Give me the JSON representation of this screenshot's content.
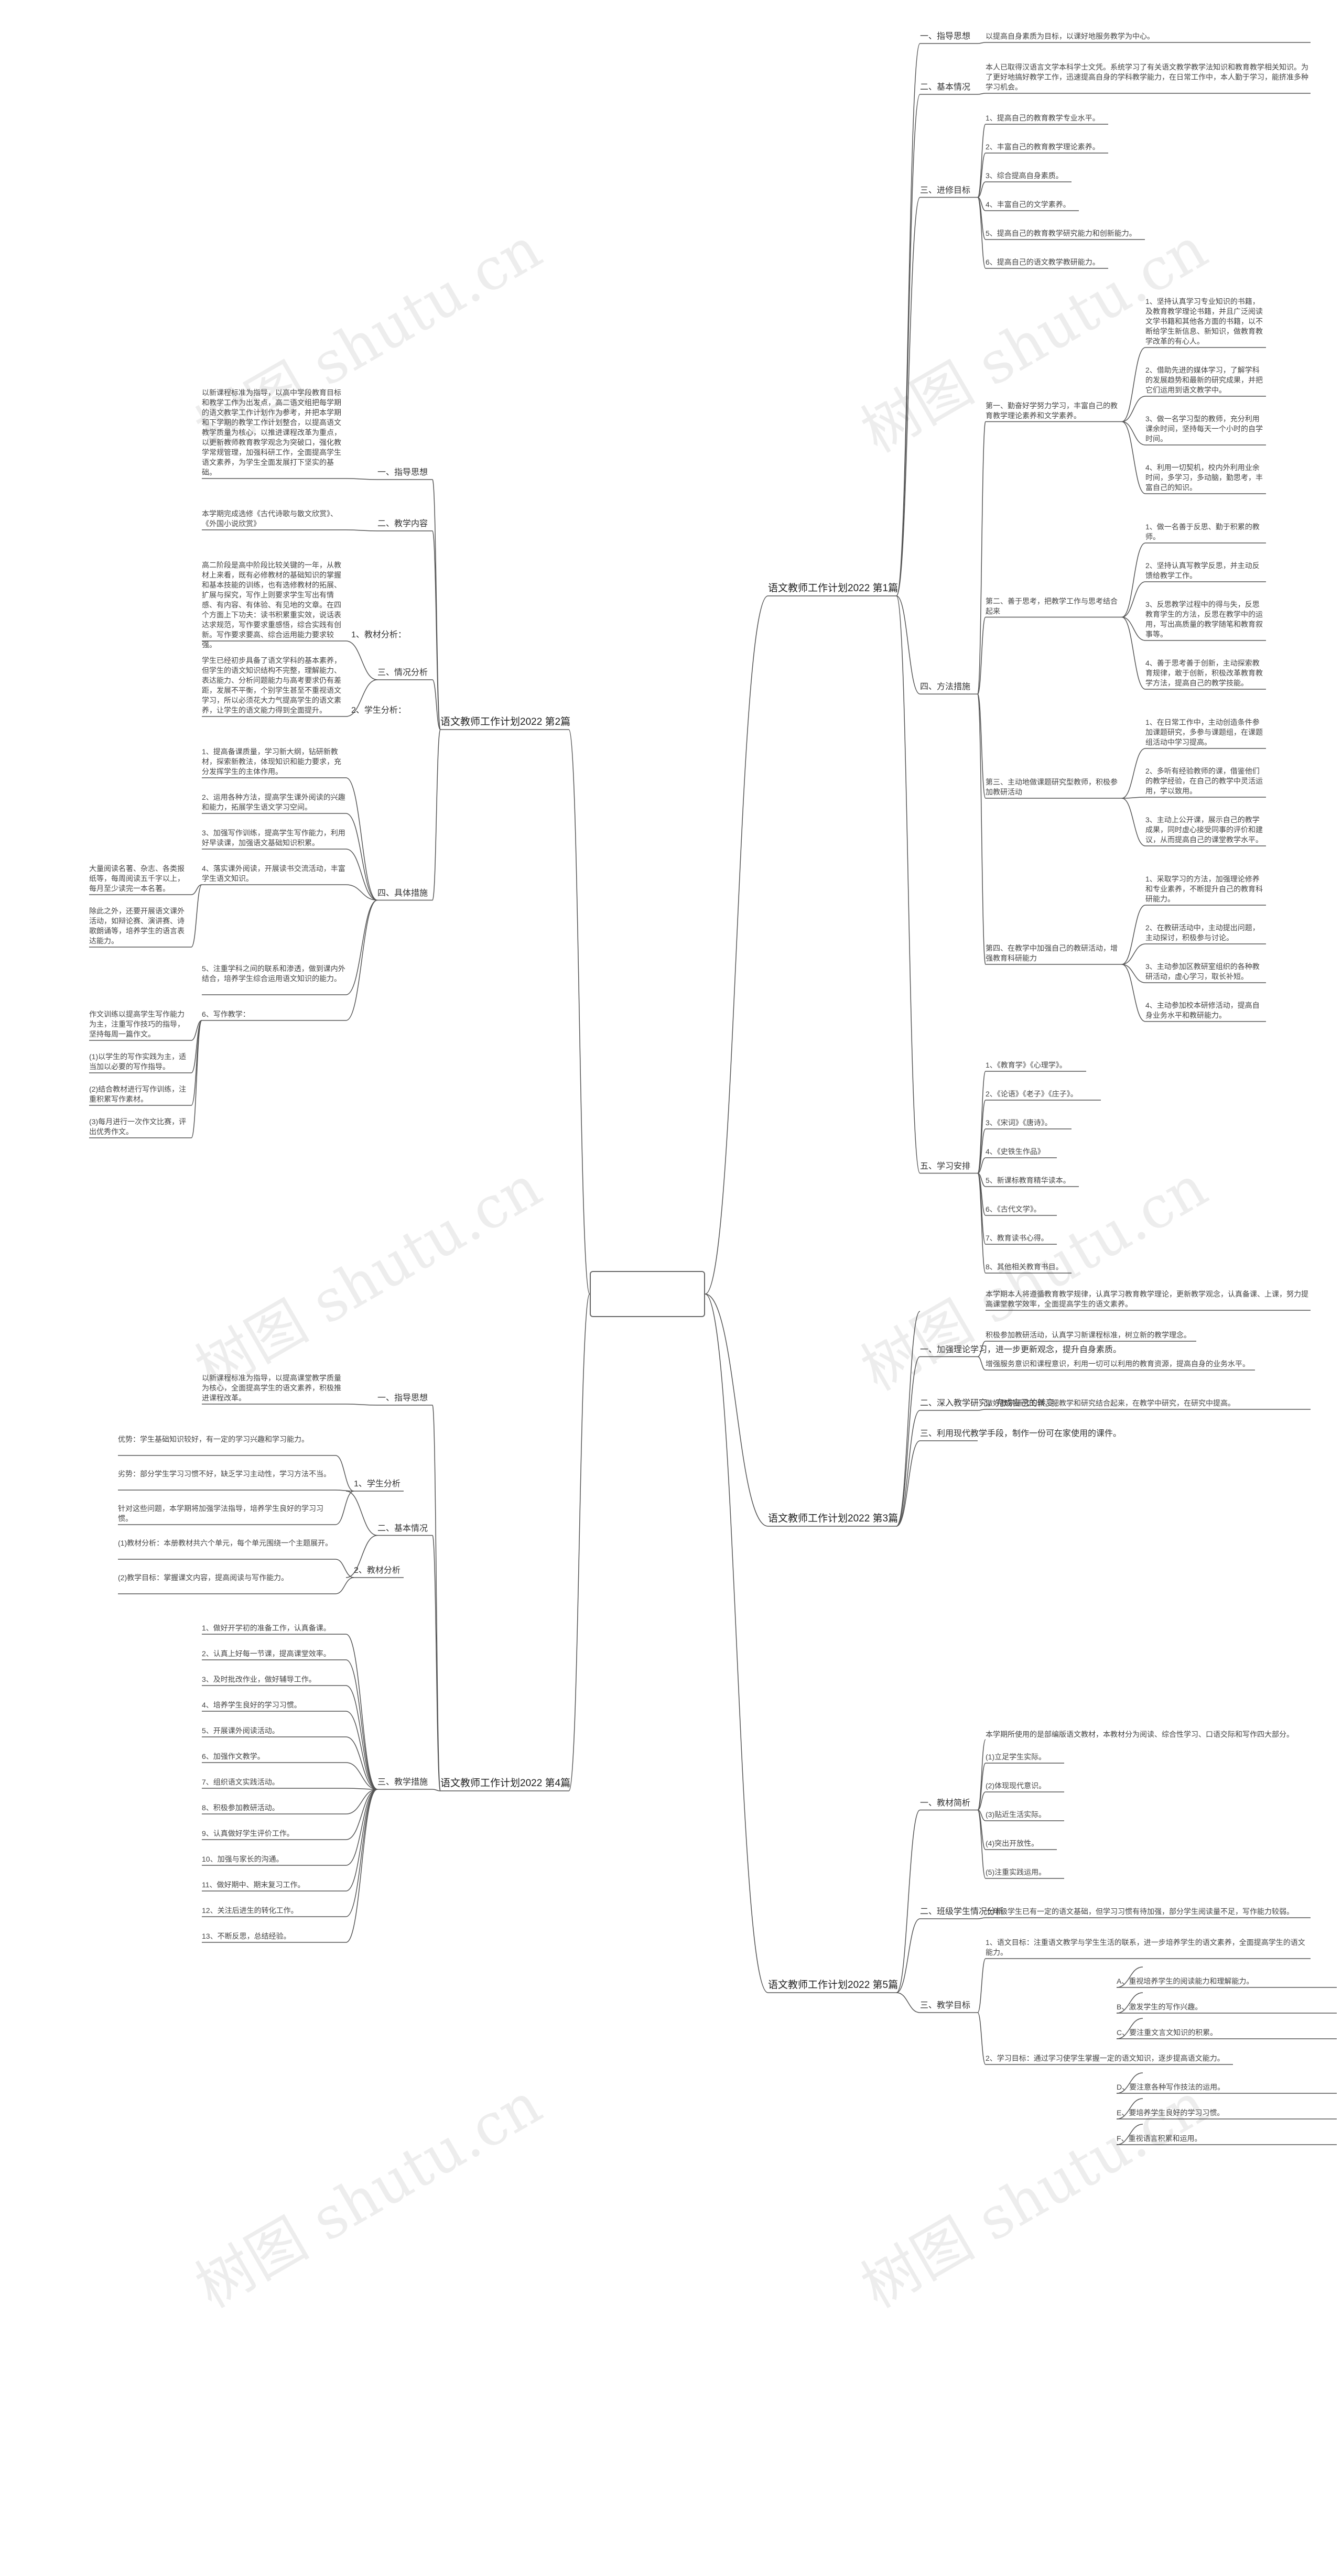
{
  "watermark": "树图 shutu.cn",
  "branches": [
    {
      "title": "语文教师工作计划2022 第1篇",
      "items": [
        {
          "label": "一、指导思想",
          "text": "以提高自身素质为目标，以课好地服务教学为中心。"
        },
        {
          "label": "二、基本情况",
          "text": "本人已取得汉语言文学本科学士文凭。系统学习了有关语文教学教学法知识和教育教学相关知识。为了更好地搞好教学工作，迅速提高自身的学科教学能力，在日常工作中，本人勤于学习，能挤准多种学习机会。"
        },
        {
          "label": "三、进修目标",
          "subs": [
            "1、提高自己的教育教学专业水平。",
            "2、丰富自己的教育教学理论素养。",
            "3、综合提高自身素质。",
            "4、丰富自己的文学素养。",
            "5、提高自己的教育教学研究能力和创新能力。",
            "6、提高自己的语文教学教研能力。"
          ]
        },
        {
          "label": "四、方法措施",
          "groups": [
            {
              "title": "第一、勤奋好学努力学习，丰富自己的教育教学理论素养和文学素养。",
              "subs": [
                "1、坚持认真学习专业知识的书籍，及教育教学理论书籍，并且广泛阅读文学书籍和其他各方面的书籍，以不断给学生新信息、新知识，做教育教学改革的有心人。",
                "2、借助先进的媒体学习，了解学科的发展趋势和最新的研究成果，并把它们运用到语文教学中。",
                "3、做一名学习型的教师，充分利用课余时间，坚持每天一个小时的自学时间。",
                "4、利用一切契机，校内外利用业余时间，多学习，多动脑，勤思考，丰富自己的知识。"
              ]
            },
            {
              "title": "第二、善于思考，把教学工作与思考结合起来",
              "subs": [
                "1、做一名善于反思、勤于积累的教师。",
                "2、坚持认真写教学反思，并主动反馈给教学工作。",
                "3、反思教学过程中的得与失，反思教育学生的方法，反思在教学中的运用，写出高质量的教学随笔和教育叙事等。",
                "4、善于思考善于创新，主动探索教育规律，敢于创新，积极改革教育教学方法，提高自己的教学技能。"
              ]
            },
            {
              "title": "第三、主动地做课题研究型教师，积极参加教研活动",
              "subs": [
                "1、在日常工作中，主动创造条件参加课题研究，多参与课题组，在课题组活动中学习提高。",
                "2、多听有经验教师的课，借鉴他们的教学经验，在自己的教学中灵活运用，学以致用。",
                "3、主动上公开课，展示自己的教学成果，同时虚心接受同事的评价和建议，从而提高自己的课堂教学水平。"
              ]
            },
            {
              "title": "第四、在教学中加强自己的教研活动，增强教育科研能力",
              "subs": [
                "1、采取学习的方法，加强理论修养和专业素养，不断提升自己的教育科研能力。",
                "2、在教研活动中，主动提出问题，主动探讨，积极参与讨论。",
                "3、主动参加区教研室组织的各种教研活动，虚心学习，取长补短。",
                "4、主动参加校本研修活动，提高自身业务水平和教研能力。"
              ]
            }
          ]
        },
        {
          "label": "五、学习安排",
          "subs": [
            "1、《教育学》《心理学》。",
            "2、《论语》《老子》《庄子》。",
            "3、《宋词》《唐诗》。",
            "4、《史铁生作品》",
            "5、新课标教育精华读本。",
            "6、《古代文学》。",
            "7、教育读书心得。",
            "8、其他相关教育书目。"
          ]
        }
      ]
    },
    {
      "title": "语文教师工作计划2022 第2篇",
      "items": [
        {
          "label": "一、指导思想",
          "text": "以新课程标准为指导，以高中学段教育目标和教学工作为出发点，高二语文组把每学期的语文教学工作计划作为参考，并把本学期和下学期的教学工作计划整合，以提高语文教学质量为核心，以推进课程改革为重点，以更新教师教育教学观念为突破口，强化教学常规管理，加强科研工作，全面提高学生语文素养，为学生全面发展打下坚实的基础。"
        },
        {
          "label": "二、教学内容",
          "text": "本学期完成选修《古代诗歌与散文欣赏》、《外国小说欣赏》"
        },
        {
          "label": "三、情况分析",
          "subs": [
            {
              "label": "1、教材分析：",
              "text": "高二阶段是高中阶段比较关键的一年，从教材上来看，既有必修教材的基础知识的掌握和基本技能的训练，也有选修教材的拓展、扩展与探究，写作上则要求学生写出有情感、有内容、有体验、有见地的文章。在四个方面上下功夫：读书积累重实效，说话表达求规范，写作要求重感悟，综合实践有创新。写作要求要高、综合运用能力要求较强。"
            },
            {
              "label": "2、学生分析：",
              "text": "学生已经初步具备了语文学科的基本素养，但学生的语文知识结构不完整，理解能力、表达能力、分析问题能力与高考要求仍有差距，发展不平衡，个别学生甚至不重视语文学习，所以必须花大力气提高学生的语文素养，让学生的语文能力得到全面提升。"
            }
          ]
        },
        {
          "label": "四、具体措施",
          "subs": [
            {
              "text": "1、提高备课质量，学习新大纲，钻研新教材，探索新教法，体现知识和能力要求，充分发挥学生的主体作用。"
            },
            {
              "text": "2、运用各种方法，提高学生课外阅读的兴趣和能力，拓展学生语文学习空间。"
            },
            {
              "text": "3、加强写作训练，提高学生写作能力，利用好早读课，加强语文基础知识积累。"
            },
            {
              "text": "4、落实课外阅读，开展读书交流活动，丰富学生语文知识。",
              "children": [
                "大量阅读名著、杂志、各类报纸等，每周阅读五千字以上，每月至少读完一本名著。",
                "除此之外，还要开展语文课外活动，如辩论赛、演讲赛、诗歌朗诵等，培养学生的语言表达能力。"
              ]
            },
            {
              "text": "5、注重学科之间的联系和渗透，做到课内外结合，培养学生综合运用语文知识的能力。"
            },
            {
              "text": "6、写作教学：",
              "children": [
                "作文训练以提高学生写作能力为主，注重写作技巧的指导，坚持每周一篇作文。",
                "(1)以学生的写作实践为主，适当加以必要的写作指导。",
                "(2)结合教材进行写作训练，注重积累写作素材。",
                "(3)每月进行一次作文比赛，评出优秀作文。"
              ]
            }
          ]
        }
      ]
    },
    {
      "title": "语文教师工作计划2022 第3篇",
      "items": [
        {
          "text": "本学期本人将遵循教育教学规律，认真学习教育教学理论，更新教学观念，认真备课、上课，努力提高课堂教学效率，全面提高学生的语文素养。"
        },
        {
          "label": "一、加强理论学习，进一步更新观念，提升自身素质。",
          "subs": [
            "积极参加教研活动，认真学习新课程标准，树立新的教学理念。",
            "增强服务意识和课程意识，利用一切可以利用的教育资源，提高自身的业务水平。"
          ]
        },
        {
          "label": "二、深入教学研究，完成自己的转变。",
          "text": "做好教学研究工作，把教学和研究结合起来，在教学中研究，在研究中提高。"
        },
        {
          "label": "三、利用现代教学手段，制作一份可在家使用的课件。"
        }
      ]
    },
    {
      "title": "语文教师工作计划2022 第4篇",
      "items": [
        {
          "label": "一、指导思想",
          "text": "以新课程标准为指导，以提高课堂教学质量为核心，全面提高学生的语文素养，积极推进课程改革。"
        },
        {
          "label": "二、基本情况",
          "subs": [
            {
              "label": "1、学生分析",
              "paras": [
                "优势：学生基础知识较好，有一定的学习兴趣和学习能力。",
                "劣势：部分学生学习习惯不好，缺乏学习主动性，学习方法不当。",
                "针对这些问题，本学期将加强学法指导，培养学生良好的学习习惯。"
              ]
            },
            {
              "label": "2、教材分析",
              "paras": [
                "(1)教材分析：本册教材共六个单元，每个单元围绕一个主题展开。",
                "(2)教学目标：掌握课文内容，提高阅读与写作能力。"
              ]
            }
          ]
        },
        {
          "label": "三、教学措施",
          "subs": [
            "1、做好开学初的准备工作，认真备课。",
            "2、认真上好每一节课，提高课堂效率。",
            "3、及时批改作业，做好辅导工作。",
            "4、培养学生良好的学习习惯。",
            "5、开展课外阅读活动。",
            "6、加强作文教学。",
            "7、组织语文实践活动。",
            "8、积极参加教研活动。",
            "9、认真做好学生评价工作。",
            "10、加强与家长的沟通。",
            "11、做好期中、期末复习工作。",
            "12、关注后进生的转化工作。",
            "13、不断反思，总结经验。"
          ]
        }
      ]
    },
    {
      "title": "语文教师工作计划2022 第5篇",
      "items": [
        {
          "label": "一、教材简析",
          "text": "本学期所使用的是部编版语文教材，本教材分为阅读、综合性学习、口语交际和写作四大部分。",
          "subs": [
            "(1)立足学生实际。",
            "(2)体现现代意识。",
            "(3)贴近生活实际。",
            "(4)突出开放性。",
            "(5)注重实践运用。"
          ]
        },
        {
          "label": "二、班级学生情况分析",
          "text": "七年级学生已有一定的语文基础，但学习习惯有待加强，部分学生阅读量不足，写作能力较弱。"
        },
        {
          "label": "三、教学目标",
          "subs": [
            {
              "text": "1、语文目标：注重语文教学与学生生活的联系，进一步培养学生的语文素养，全面提高学生的语文能力。",
              "children": [
                "A、重视培养学生的阅读能力和理解能力。",
                "B、激发学生的写作兴趣。",
                "C、要注重文言文知识的积累。"
              ]
            },
            {
              "text": "2、学习目标：通过学习使学生掌握一定的语文知识，逐步提高语文能力。",
              "children": [
                "D、要注意各种写作技法的运用。",
                "E、要培养学生良好的学习习惯。",
                "F、重视语言积累和运用。"
              ]
            }
          ]
        }
      ]
    }
  ]
}
